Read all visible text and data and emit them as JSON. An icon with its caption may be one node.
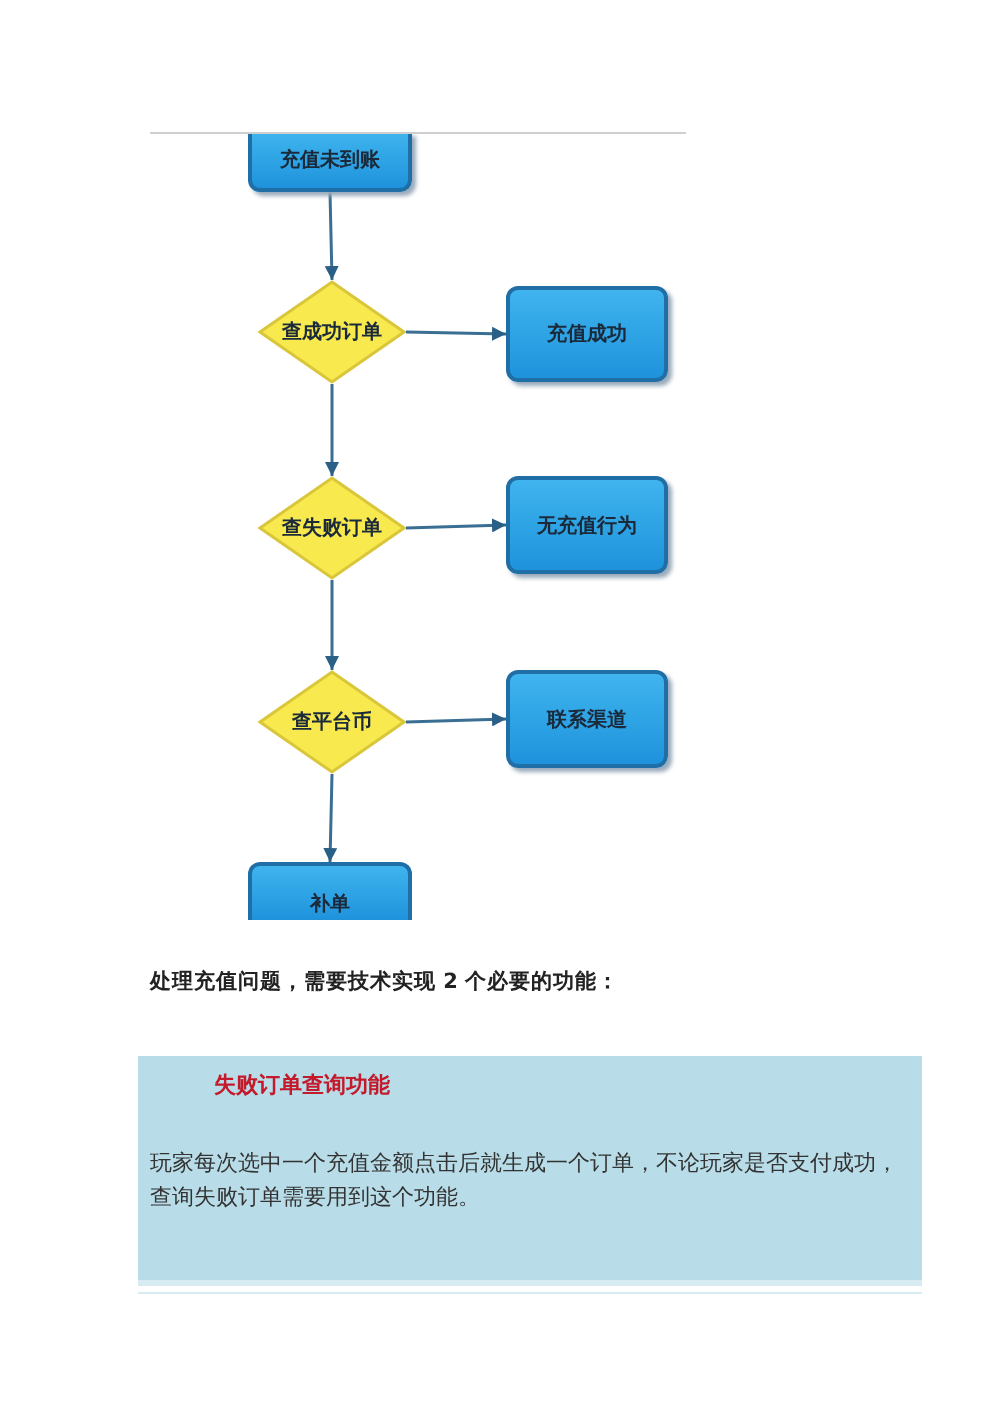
{
  "diagram": {
    "nodes": [
      {
        "text": [
          "充值未到账"
        ]
      },
      {
        "text": [
          "查成功订单"
        ]
      },
      {
        "text": [
          "充值成功"
        ]
      },
      {
        "text": [
          "查失败订单"
        ]
      },
      {
        "text": [
          "无充值行为"
        ]
      },
      {
        "text": [
          "查平台币"
        ]
      },
      {
        "text": [
          "联系渠道"
        ]
      },
      {
        "text": [
          "补单"
        ]
      },
      {
        "text": [
          "失败订单查询功能",
          "玩家每次选中一个充值金额点击后就生成一个订单，不论玩家是否支付成功，查询失败订单需要用到这个功能。"
        ]
      }
    ],
    "edges": [
      {
        "from": 0,
        "to": 1,
        "arrow": "to"
      },
      {
        "from": 1,
        "to": 2,
        "arrow": "to"
      },
      {
        "from": 1,
        "to": 3,
        "arrow": "to"
      },
      {
        "from": 3,
        "to": 4,
        "arrow": "to"
      },
      {
        "from": 3,
        "to": 5,
        "arrow": "to"
      },
      {
        "from": 5,
        "to": 6,
        "arrow": "to"
      },
      {
        "from": 5,
        "to": 7,
        "arrow": "to"
      }
    ],
    "labels": [
      "处理充值问题，需要技术实现 2 个必要的功能："
    ]
  }
}
